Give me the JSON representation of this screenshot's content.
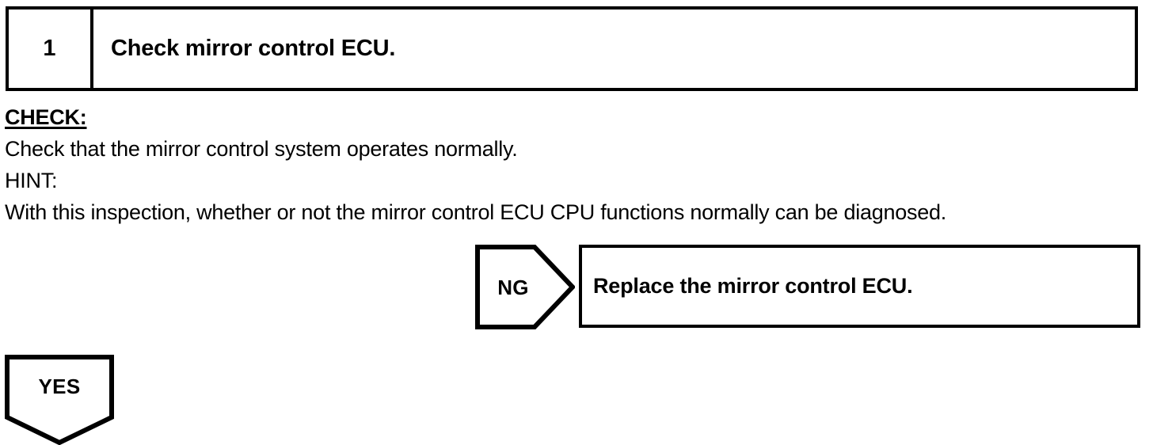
{
  "step": {
    "number": "1",
    "title": "Check mirror control ECU."
  },
  "body": {
    "check_label": "CHECK:",
    "check_text": "Check that the mirror control system operates normally.",
    "hint_label": "HINT:",
    "hint_text": "With this inspection, whether or not the mirror control ECU CPU functions normally can be diagnosed."
  },
  "branches": {
    "ng": {
      "label": "NG",
      "result": "Replace the mirror control ECU."
    },
    "yes": {
      "label": "YES"
    }
  },
  "colors": {
    "line": "#000000",
    "background": "#ffffff"
  }
}
